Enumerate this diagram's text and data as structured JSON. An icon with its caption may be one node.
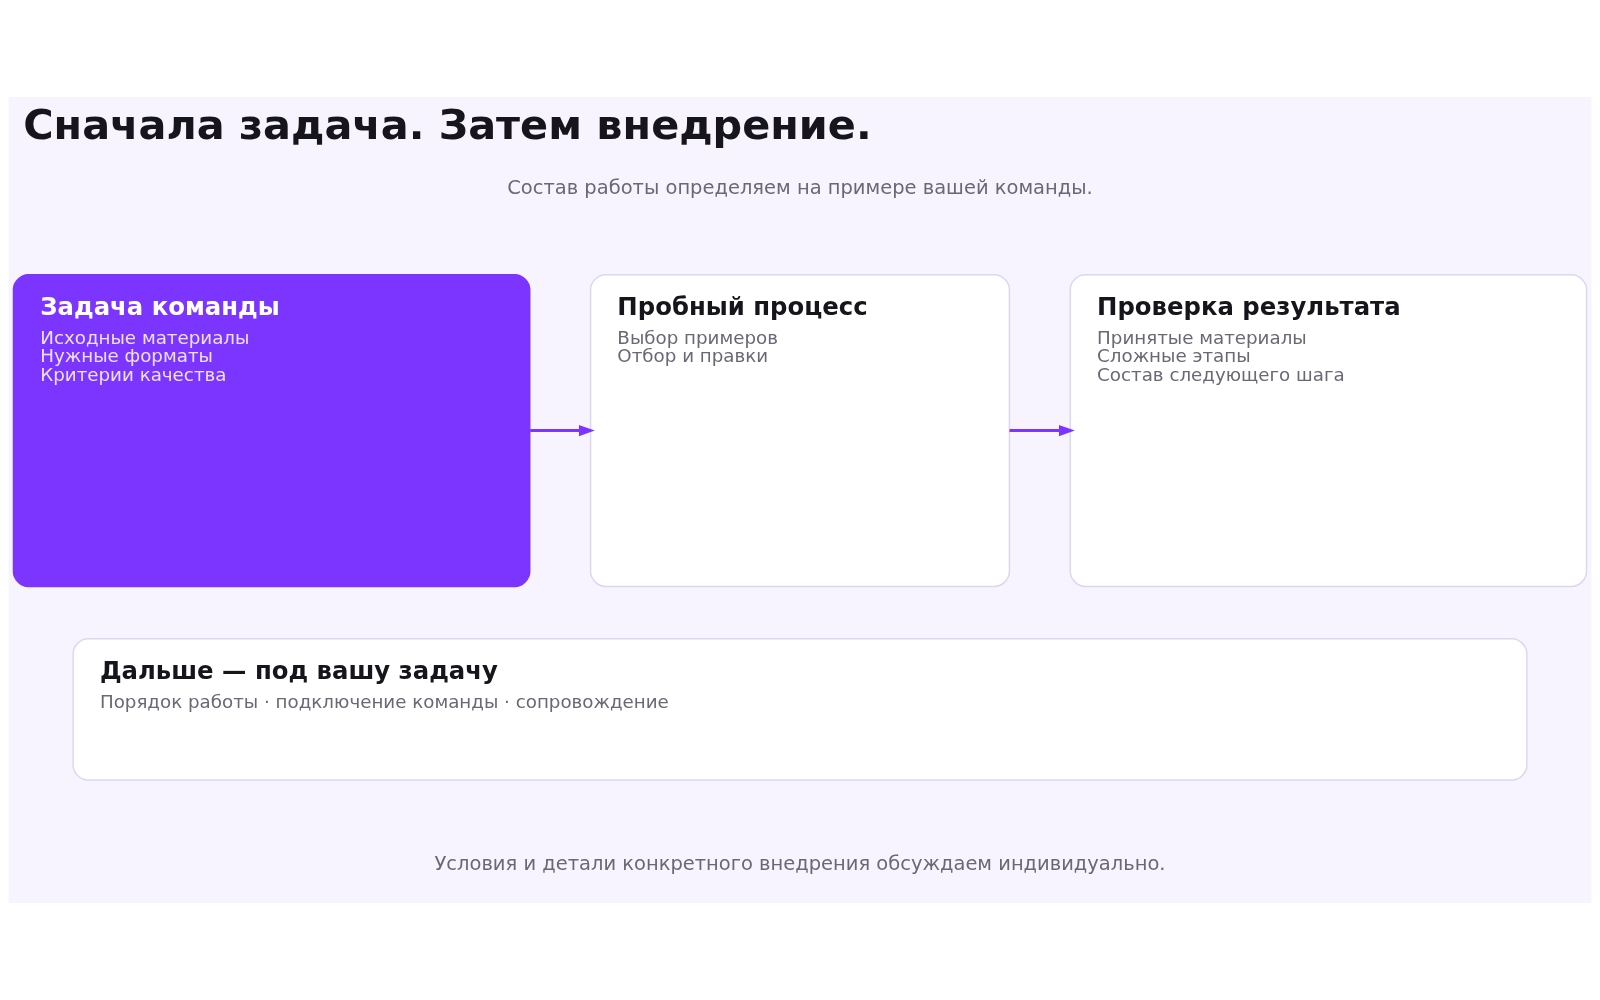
{
  "diagram": {
    "title": "Сначала задача. Затем внедрение.",
    "nodes": [
      {
        "text": [
          "Задача команды",
          "Исходные материалы",
          "Нужные форматы",
          "Критерии качества"
        ]
      },
      {
        "text": [
          "Пробный процесс",
          "Выбор примеров",
          "Отбор и правки"
        ]
      },
      {
        "text": [
          "Проверка результата",
          "Принятые материалы",
          "Сложные этапы",
          "Состав следующего шага"
        ]
      },
      {
        "text": [
          "Дальше — под вашу задачу",
          "Порядок работы · подключение команды · сопровождение"
        ]
      }
    ],
    "edges": [
      {
        "from": 0,
        "to": 1,
        "arrow": "to"
      },
      {
        "from": 1,
        "to": 2,
        "arrow": "to"
      }
    ],
    "labels": [
      "Состав работы определяем на примере вашей команды.",
      "Условия и детали конкретного внедрения обсуждаем индивидуально."
    ]
  }
}
